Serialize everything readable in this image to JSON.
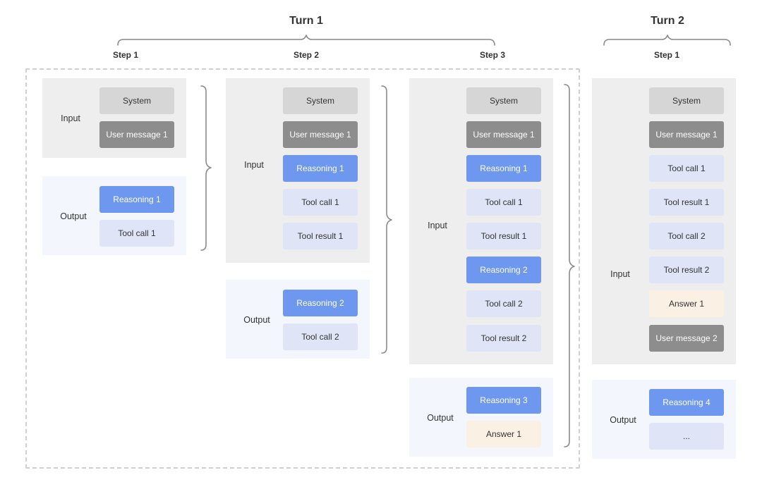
{
  "turns": [
    {
      "title": "Turn 1"
    },
    {
      "title": "Turn 2"
    }
  ],
  "steps": {
    "t1s1": "Step 1",
    "t1s2": "Step 2",
    "t1s3": "Step 3",
    "t2s1": "Step 1"
  },
  "labels": {
    "input": "Input",
    "output": "Output"
  },
  "chips": {
    "system": "System",
    "user_message_1": "User message 1",
    "user_message_2": "User message 2",
    "reasoning_1": "Reasoning 1",
    "reasoning_2": "Reasoning 2",
    "reasoning_3": "Reasoning 3",
    "reasoning_4": "Reasoning 4",
    "tool_call_1": "Tool call 1",
    "tool_call_2": "Tool call 2",
    "tool_result_1": "Tool result 1",
    "tool_result_2": "Tool result 2",
    "answer_1": "Answer 1",
    "ellipsis": "..."
  },
  "colors": {
    "system": "#d6d6d6",
    "user_message": "#8d8d8d",
    "reasoning": "#6e97f0",
    "tool": "#dfe5f7",
    "answer": "#faf0e4",
    "input_panel": "#eeeeee",
    "output_panel": "#f3f6fd"
  }
}
